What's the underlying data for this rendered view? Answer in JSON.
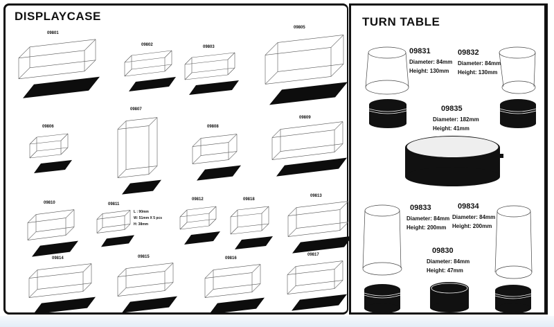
{
  "displaycase": {
    "title": "DISPLAYCASE",
    "items": [
      {
        "code": "09801"
      },
      {
        "code": "09802"
      },
      {
        "code": "09803"
      },
      {
        "code": "09805"
      },
      {
        "code": "09806"
      },
      {
        "code": "09807"
      },
      {
        "code": "09808"
      },
      {
        "code": "09809"
      },
      {
        "code": "09810"
      },
      {
        "code": "09811",
        "note": {
          "l": "L : 90mm",
          "w": "W: 51mm  X 5 pcs",
          "h": "H: 38mm"
        }
      },
      {
        "code": "09812"
      },
      {
        "code": "09818"
      },
      {
        "code": "09813"
      },
      {
        "code": "09814"
      },
      {
        "code": "09815"
      },
      {
        "code": "09816"
      },
      {
        "code": "09817"
      }
    ]
  },
  "turntable": {
    "title": "TURN TABLE",
    "items": [
      {
        "code": "09831",
        "diameter": "Diameter: 84mm",
        "height": "Height: 130mm"
      },
      {
        "code": "09832",
        "diameter": "Diameter: 84mm",
        "height": "Height: 130mm"
      },
      {
        "code": "09835",
        "diameter": "Diameter: 182mm",
        "height": "Height: 41mm"
      },
      {
        "code": "09833",
        "diameter": "Diameter: 84mm",
        "height": "Height: 200mm"
      },
      {
        "code": "09834",
        "diameter": "Diameter: 84mm",
        "height": "Height: 200mm"
      },
      {
        "code": "09830",
        "diameter": "Diameter: 84mm",
        "height": "Height: 47mm"
      }
    ]
  },
  "colors": {
    "ink": "#111111",
    "base": "#0d0d0d",
    "turntable_top": "#eeeeee",
    "page_bg": "#e9f1f9"
  }
}
